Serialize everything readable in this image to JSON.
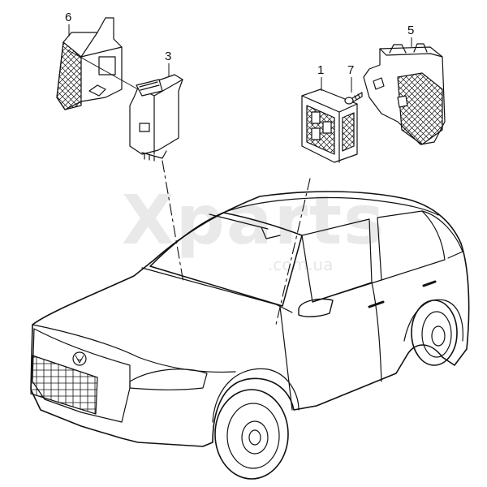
{
  "diagram": {
    "watermark": {
      "main": "Xparts",
      "sub": ".com.ua"
    },
    "callouts": [
      {
        "id": "6",
        "label": "6"
      },
      {
        "id": "3",
        "label": "3"
      },
      {
        "id": "1",
        "label": "1"
      },
      {
        "id": "7",
        "label": "7"
      },
      {
        "id": "5",
        "label": "5"
      }
    ],
    "colors": {
      "line": "#111111",
      "watermark": "#e9e9e9",
      "background": "#ffffff"
    },
    "components": [
      {
        "callout": "6",
        "icon": "bracket-with-grid-icon"
      },
      {
        "callout": "3",
        "icon": "control-module-icon"
      },
      {
        "callout": "1",
        "icon": "relay-carrier-icon"
      },
      {
        "callout": "7",
        "icon": "screw-icon"
      },
      {
        "callout": "5",
        "icon": "mounting-bracket-icon"
      }
    ]
  }
}
